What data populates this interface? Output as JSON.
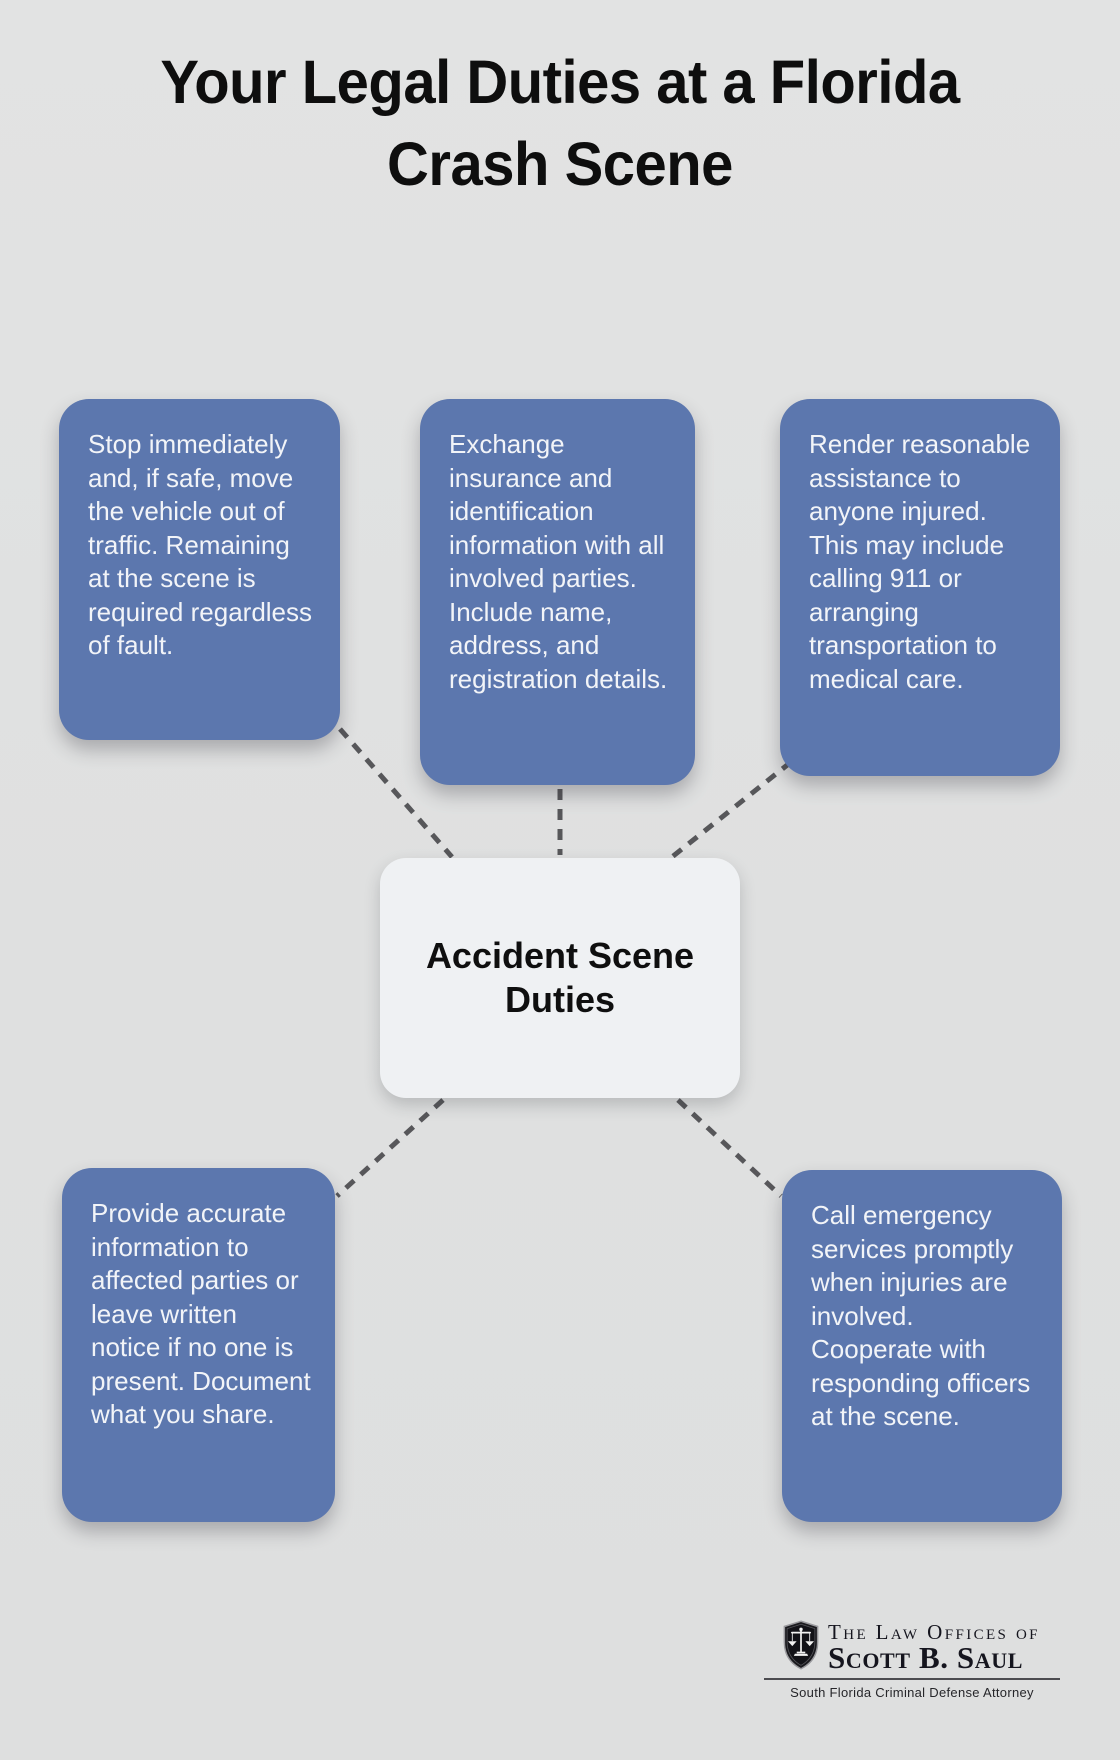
{
  "title": {
    "line1": "Your Legal Duties at a Florida",
    "line2": "Crash Scene"
  },
  "center": {
    "label": "Accident Scene Duties"
  },
  "duties": [
    {
      "id": "stop-immediately",
      "text": "Stop immediately and, if safe, move the vehicle out of traffic. Remaining at the scene is required regardless of fault."
    },
    {
      "id": "exchange-information",
      "text": "Exchange insurance and identification information with all involved parties. Include name, address, and registration details."
    },
    {
      "id": "render-assistance",
      "text": "Render reasonable assistance to anyone injured. This may include calling 911 or arranging transportation to medical care."
    },
    {
      "id": "provide-accurate-information",
      "text": "Provide accurate information to affected parties or leave written notice if no one is present. Document what you share."
    },
    {
      "id": "call-emergency-services",
      "text": "Call emergency services promptly when injuries are involved. Cooperate with responding officers at the scene."
    }
  ],
  "logo": {
    "icon": "scales-of-justice-shield-icon",
    "line1": "The Law Offices of",
    "line2": "Scott B. Saul",
    "tagline": "South Florida Criminal Defense Attorney"
  },
  "colors": {
    "background": "#e0e1e1",
    "card_blue": "#5c77ae",
    "card_text": "#f2f4f8",
    "center_bg": "#eff1f3",
    "center_text": "#0f0f0f",
    "title_text": "#0e0e0e",
    "connector_gray": "#57575a",
    "logo_navy": "#15151e"
  }
}
